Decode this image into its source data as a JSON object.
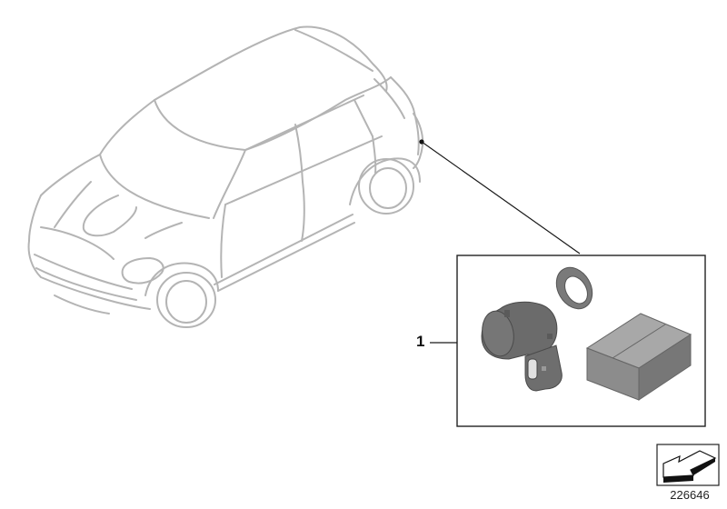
{
  "diagram": {
    "type": "parts-illustration",
    "vehicle": "compact SUV outline (front-left three-quarter view)",
    "callouts": [
      {
        "label": "1",
        "description": "Park distance control sensor kit: sensor, mounting ring, package"
      }
    ],
    "kit_contents": [
      "ultrasonic-sensor",
      "decoupling-ring",
      "parts-box"
    ],
    "reference_number": "226646",
    "colors": {
      "vehicle_outline": "#b4b4b4",
      "leader_line": "#1a1a1a",
      "part_box_border": "#222222",
      "sensor_body": "#6b6b6b",
      "box_fill": "#8c8c8c"
    }
  }
}
